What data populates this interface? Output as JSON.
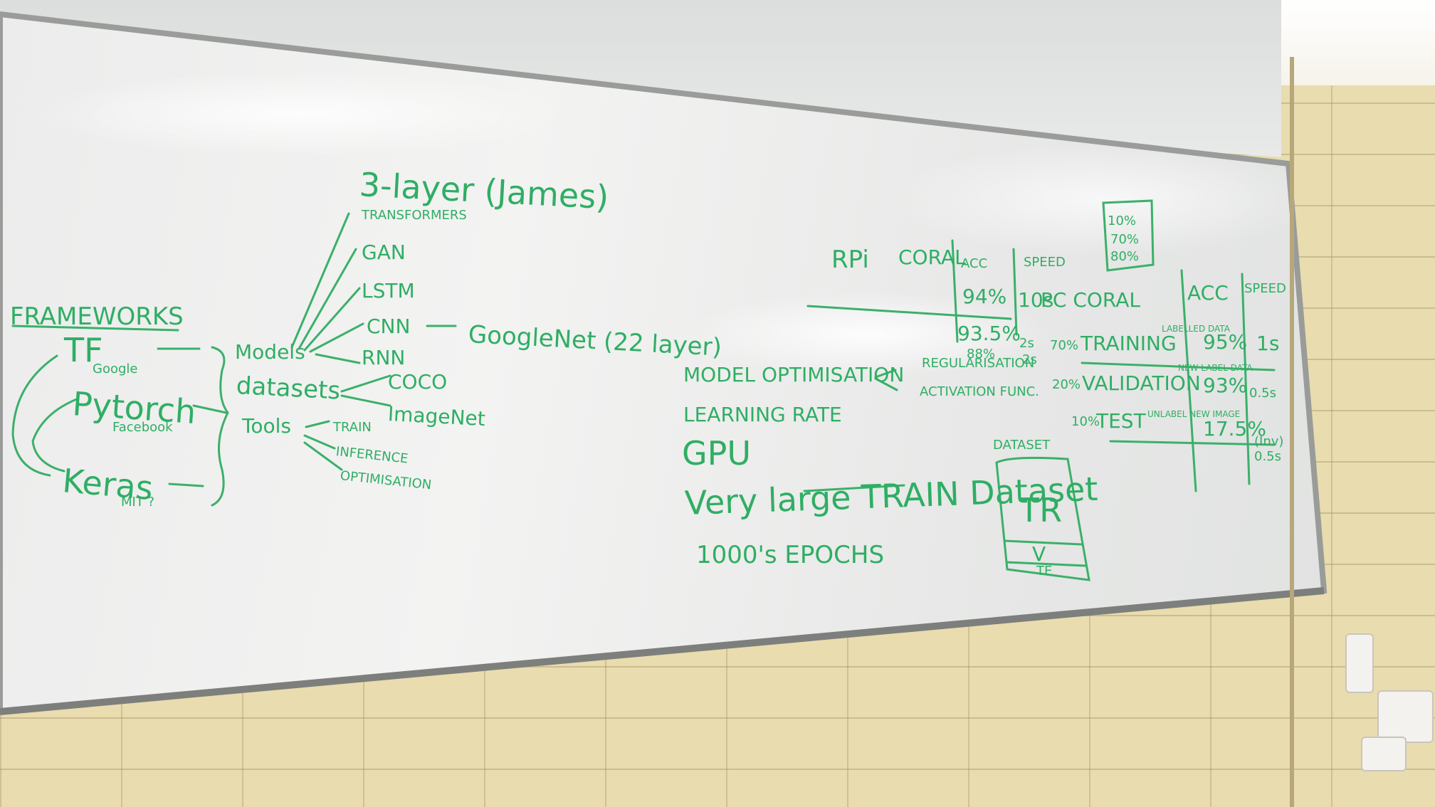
{
  "whiteboard": {
    "frameworks": {
      "heading": "FRAMEWORKS",
      "tf": "TF",
      "tf_note": "Google",
      "pytorch": "Pytorch",
      "pytorch_note": "Facebook",
      "keras": "Keras",
      "keras_note": "MIT ?"
    },
    "branches": {
      "models": "Models",
      "datasets": "datasets",
      "tools": "Tools"
    },
    "models": [
      "3-layer (James)",
      "TRANSFORMERS",
      "GAN",
      "LSTM",
      "CNN",
      "RNN"
    ],
    "cnn_extra": "GoogleNet (22 layer)",
    "datasets": [
      "COCO",
      "ImageNet"
    ],
    "tools": [
      "TRAIN",
      "INFERENCE",
      "OPTIMISATION"
    ],
    "optimisation": {
      "heading": "MODEL OPTIMISATION",
      "items": [
        "REGULARISATION",
        "ACTIVATION FUNC."
      ],
      "list": [
        "LEARNING RATE",
        "GPU",
        "Very large TRAIN Dataset",
        "1000's EPOCHS"
      ]
    },
    "table1": {
      "col_rpi": "RPi",
      "col_coral": "CORAL",
      "col_acc": "ACC",
      "col_speed": "SPEED",
      "acc_values": [
        "94%",
        "93.5%",
        "88%"
      ],
      "speed_values": [
        "10s",
        "2s",
        "2s"
      ]
    },
    "table2": {
      "label": "PC CORAL",
      "col_acc": "ACC",
      "col_speed": "SPEED",
      "rows": [
        {
          "pct": "70%",
          "name": "TRAINING",
          "note": "LABELLED DATA",
          "acc": "95%",
          "speed": "1s"
        },
        {
          "pct": "20%",
          "name": "VALIDATION",
          "note": "NEW LABEL DATA",
          "acc": "93%",
          "speed": "0.5s"
        },
        {
          "pct": "10%",
          "name": "TEST",
          "note": "UNLABEL NEW IMAGE",
          "acc": "17.5%",
          "speed": "(Inv) 0.5s"
        }
      ]
    },
    "dataset_box": {
      "label": "DATASET",
      "parts": [
        "TR",
        "V",
        "TE"
      ]
    },
    "corner_note": [
      "10%",
      "70%",
      "80%"
    ]
  },
  "colors": {
    "marker": "#2fae64",
    "wall": "#e9dcae",
    "board": "#efefee"
  }
}
